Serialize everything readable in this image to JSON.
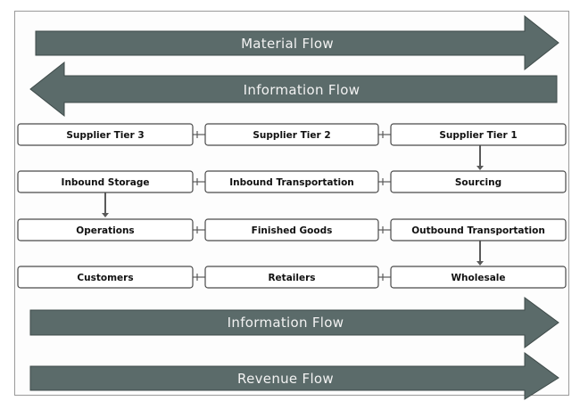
{
  "flows": {
    "material": {
      "label": "Material Flow",
      "direction": "right"
    },
    "information_top": {
      "label": "Information Flow",
      "direction": "left"
    },
    "information_bottom": {
      "label": "Information Flow",
      "direction": "right"
    },
    "revenue": {
      "label": "Revenue Flow",
      "direction": "right"
    }
  },
  "colors": {
    "arrow_fill": "#5b6b6a",
    "arrow_stroke": "#3e4a49",
    "box_border": "#4a4a4a",
    "box_fill": "#ffffff",
    "text": "#111111",
    "arrow_text": "#f2f2f2"
  },
  "grid": {
    "rows": [
      [
        "Supplier Tier 3",
        "Supplier Tier 2",
        "Supplier Tier 1"
      ],
      [
        "Inbound Storage",
        "Inbound Transportation",
        "Sourcing"
      ],
      [
        "Operations",
        "Finished Goods",
        "Outbound Transportation"
      ],
      [
        "Customers",
        "Retailers",
        "Wholesale"
      ]
    ]
  },
  "links": [
    {
      "from": "Supplier Tier 1",
      "to": "Sourcing"
    },
    {
      "from": "Inbound Storage",
      "to": "Operations"
    },
    {
      "from": "Outbound Transportation",
      "to": "Wholesale"
    }
  ]
}
